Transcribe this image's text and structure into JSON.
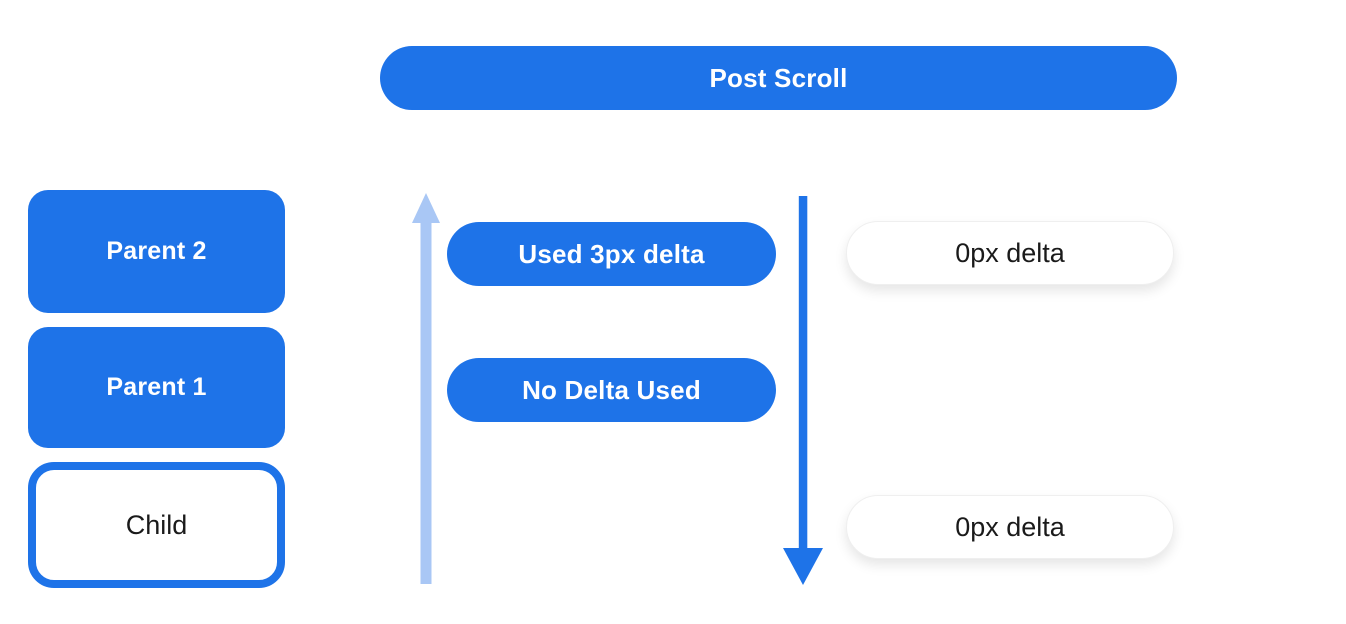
{
  "colors": {
    "primary_blue": "#1e73e8",
    "light_blue": "#a9c7f5",
    "text_dark": "#1a1a1a",
    "bg": "#ffffff"
  },
  "header": {
    "label": "Post Scroll"
  },
  "left_column": {
    "boxes": [
      {
        "label": "Parent 2",
        "variant": "filled-blue"
      },
      {
        "label": "Parent 1",
        "variant": "filled-blue"
      },
      {
        "label": "Child",
        "variant": "white-outlined-blue"
      }
    ]
  },
  "middle_column": {
    "arrows": [
      {
        "name": "scroll-up-arrow",
        "direction": "up",
        "color": "#a9c7f5"
      },
      {
        "name": "scroll-down-arrow",
        "direction": "down",
        "color": "#1e73e8"
      }
    ],
    "pills": [
      {
        "label": "Used 3px delta",
        "variant": "filled-blue"
      },
      {
        "label": "No Delta Used",
        "variant": "filled-blue"
      }
    ]
  },
  "right_column": {
    "pills": [
      {
        "label": "0px delta",
        "variant": "white"
      },
      {
        "label": "0px delta",
        "variant": "white"
      }
    ]
  }
}
